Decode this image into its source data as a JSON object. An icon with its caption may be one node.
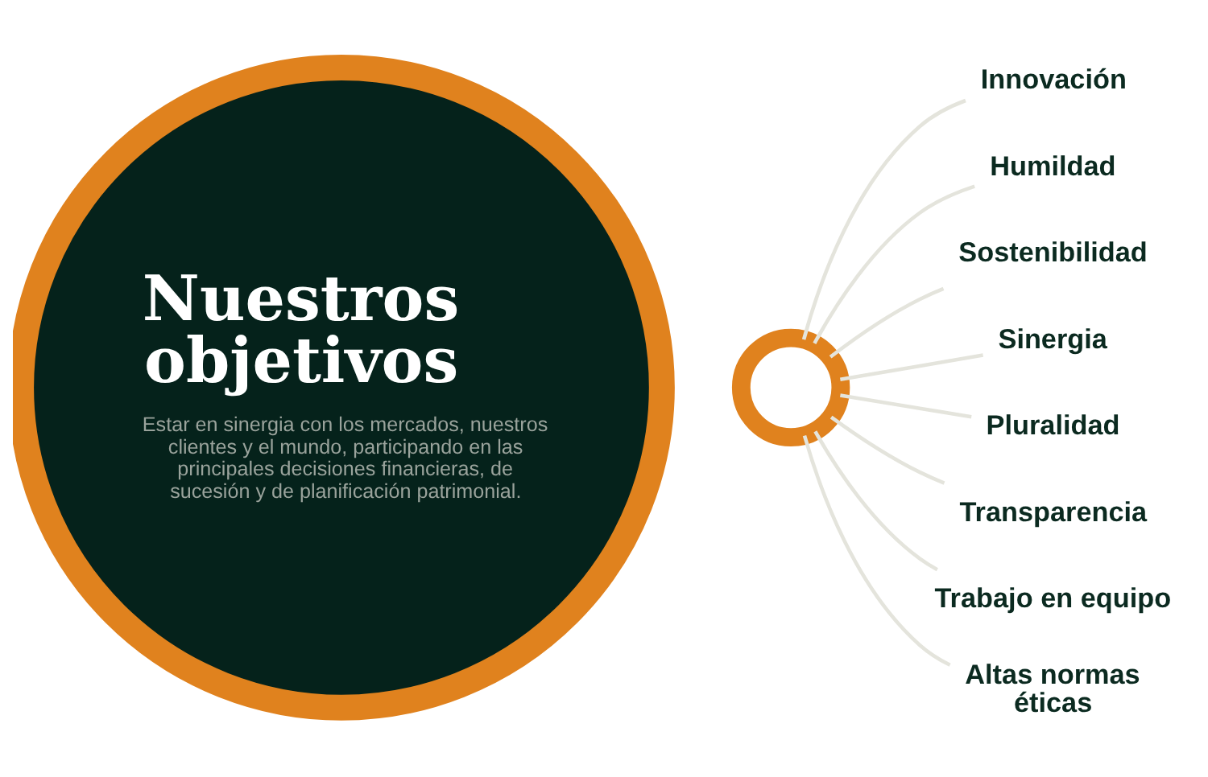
{
  "diagram": {
    "nodes": [
      {
        "text": [
          "Nuestros objetivos",
          "Estar en sinergia con los mercados, nuestros clientes y el mundo, participando en las principales decisiones financieras, de sucesión y de planificación patrimonial."
        ]
      },
      {
        "text": [],
        "shape": "circle"
      },
      {
        "text": [
          "Innovación"
        ]
      },
      {
        "text": [
          "Humildad"
        ]
      },
      {
        "text": [
          "Sostenibilidad"
        ]
      },
      {
        "text": [
          "Sinergia"
        ]
      },
      {
        "text": [
          "Pluralidad"
        ]
      },
      {
        "text": [
          "Transparencia"
        ]
      },
      {
        "text": [
          "Trabajo en equipo"
        ]
      },
      {
        "text": [
          "Altas normas éticas"
        ]
      }
    ],
    "edges": [
      {
        "from": 1,
        "to": 2,
        "arrow": "none"
      },
      {
        "from": 1,
        "to": 3,
        "arrow": "none"
      },
      {
        "from": 1,
        "to": 4,
        "arrow": "none"
      },
      {
        "from": 1,
        "to": 5,
        "arrow": "none"
      },
      {
        "from": 1,
        "to": 6,
        "arrow": "none"
      },
      {
        "from": 1,
        "to": 7,
        "arrow": "none"
      },
      {
        "from": 1,
        "to": 8,
        "arrow": "none"
      },
      {
        "from": 1,
        "to": 9,
        "arrow": "none"
      }
    ]
  }
}
